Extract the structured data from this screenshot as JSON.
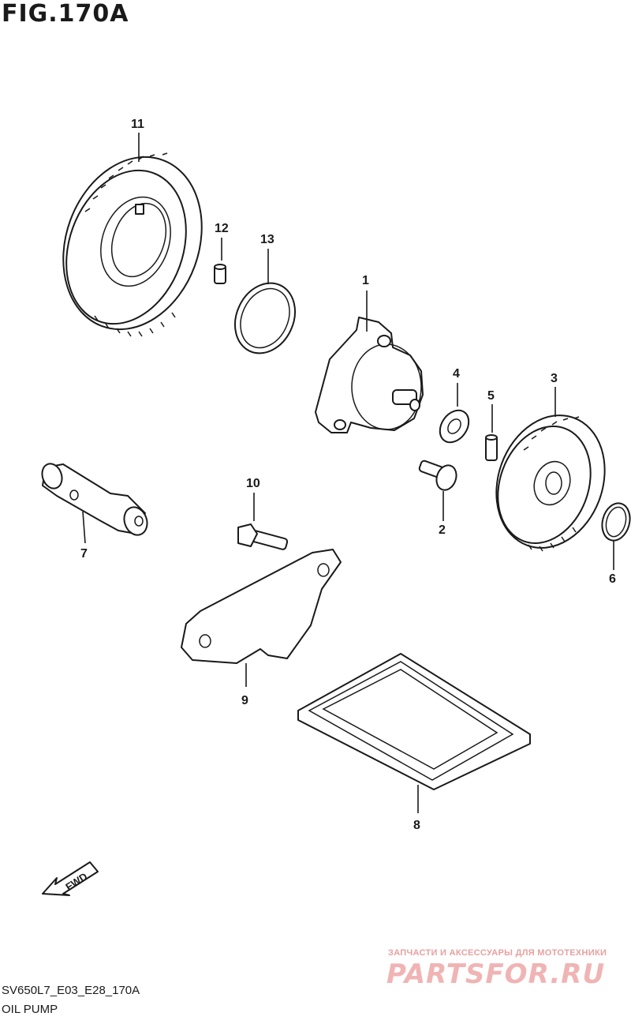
{
  "figure": {
    "title": "FIG.170A"
  },
  "callouts": {
    "c1": "1",
    "c2": "2",
    "c3": "3",
    "c4": "4",
    "c5": "5",
    "c6": "6",
    "c7": "7",
    "c8": "8",
    "c9": "9",
    "c10": "10",
    "c11": "11",
    "c12": "12",
    "c13": "13"
  },
  "fwd_label": "FWD",
  "footer": {
    "model_code": "SV650L7_E03_E28_170A",
    "diagram_name": "OIL PUMP"
  },
  "watermark": {
    "tagline": "ЗАПЧАСТИ И АКСЕССУАРЫ ДЛЯ МОТОТЕХНИКИ",
    "logo": "PARTSFOR.RU"
  },
  "colors": {
    "line": "#1a1a1a",
    "watermark": "#f0b4b4",
    "background": "#ffffff"
  }
}
